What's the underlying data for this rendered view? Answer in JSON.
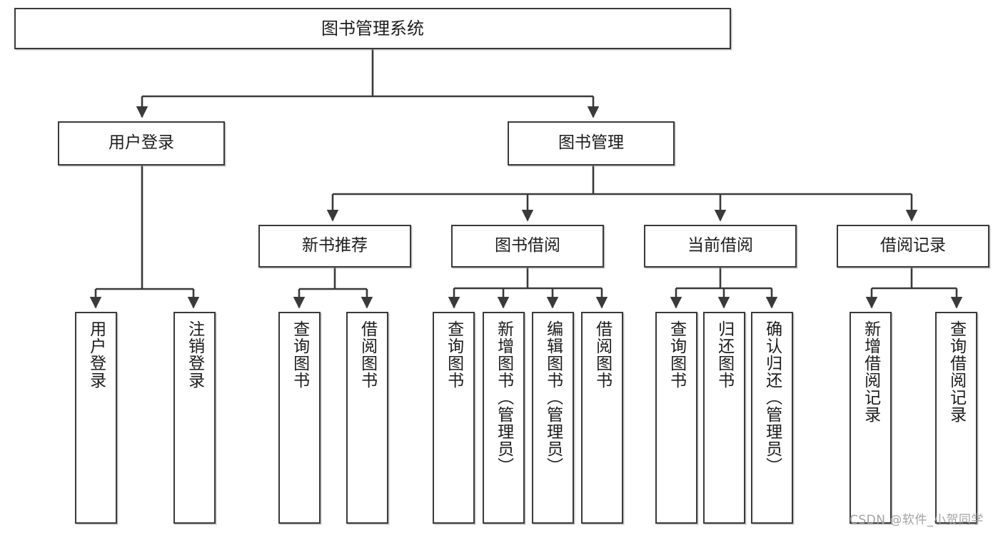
{
  "diagram": {
    "title": "图书管理系统",
    "type": "功能结构图",
    "watermark": "CSDN @软件_小贺同学",
    "colors": {
      "box_border": "#3a3a3a",
      "box_fill": "#ffffff",
      "connector": "#3a3a3a",
      "text": "#1c1c1c",
      "watermark": "#9b9b9b"
    },
    "nodes": {
      "root": {
        "label": "图书管理系统"
      },
      "level2": [
        {
          "id": "user-login",
          "label": "用户登录"
        },
        {
          "id": "book-manage",
          "label": "图书管理"
        }
      ],
      "level3": [
        {
          "id": "new-book-recommend",
          "label": "新书推荐"
        },
        {
          "id": "book-borrow",
          "label": "图书借阅"
        },
        {
          "id": "current-borrow",
          "label": "当前借阅"
        },
        {
          "id": "borrow-record",
          "label": "借阅记录"
        }
      ],
      "leaves": [
        {
          "id": "leaf-user-login",
          "label": "用户登录",
          "parent": "user-login"
        },
        {
          "id": "leaf-user-logout",
          "label": "注销登录",
          "parent": "user-login"
        },
        {
          "id": "leaf-query-book-1",
          "label": "查询图书",
          "parent": "new-book-recommend"
        },
        {
          "id": "leaf-borrow-book-1",
          "label": "借阅图书",
          "parent": "new-book-recommend"
        },
        {
          "id": "leaf-query-book-2",
          "label": "查询图书",
          "parent": "book-borrow"
        },
        {
          "id": "leaf-add-book",
          "label": "新增图书（管理员）",
          "parent": "book-borrow"
        },
        {
          "id": "leaf-edit-book",
          "label": "编辑图书（管理员）",
          "parent": "book-borrow"
        },
        {
          "id": "leaf-borrow-book-2",
          "label": "借阅图书",
          "parent": "book-borrow"
        },
        {
          "id": "leaf-query-book-3",
          "label": "查询图书",
          "parent": "current-borrow"
        },
        {
          "id": "leaf-return-book",
          "label": "归还图书",
          "parent": "current-borrow"
        },
        {
          "id": "leaf-confirm-return",
          "label": "确认归还（管理员）",
          "parent": "current-borrow"
        },
        {
          "id": "leaf-add-record",
          "label": "新增借阅记录",
          "parent": "borrow-record"
        },
        {
          "id": "leaf-query-record",
          "label": "查询借阅记录",
          "parent": "borrow-record"
        }
      ]
    }
  }
}
